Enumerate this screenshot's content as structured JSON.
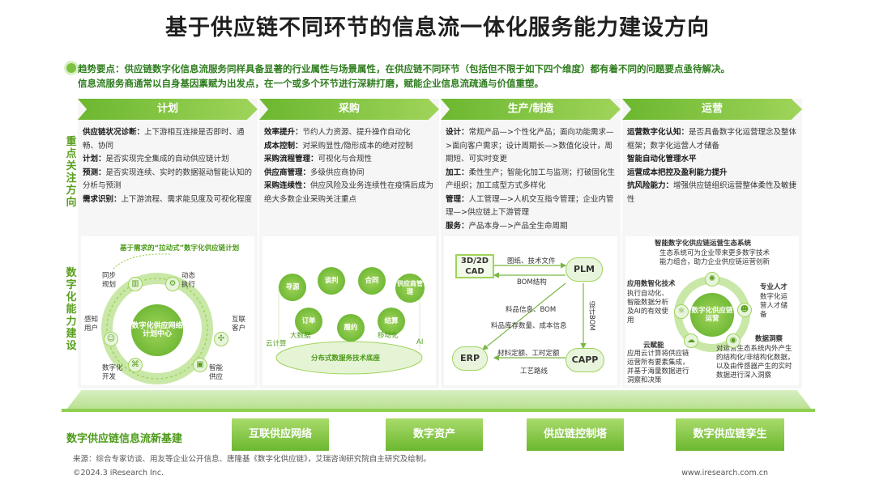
{
  "title": "基于供应链不同环节的信息流一体化服务能力建设方向",
  "trend": {
    "line1": "趋势要点：供应链数字化信息流服务同样具备显著的行业属性与场景属性，在供应链不同环节（包括但不限于如下四个维度）都有着不同的问题要点亟待解决。",
    "line2": "信息流服务商通常以自身基因禀赋为出发点，在一个或多个环节进行深耕打磨，赋能企业信息流疏通与价值重塑。"
  },
  "side_labels": {
    "focus": "重点关注方向",
    "capability": "数字化能力建设"
  },
  "columns": [
    {
      "head": "计划",
      "items": [
        {
          "k": "供应链状况诊断：",
          "v": "上下游相互连接是否即时、通畅、协同"
        },
        {
          "k": "计划：",
          "v": "是否实现完全集成的自动供应链计划"
        },
        {
          "k": "预测：",
          "v": "是否实现连续、实时的数据驱动智能认知的分析与预测"
        },
        {
          "k": "需求识别：",
          "v": "上下游流程、需求能见度及可视化程度"
        }
      ]
    },
    {
      "head": "采购",
      "items": [
        {
          "k": "效率提升：",
          "v": "节约人力资源、提升操作自动化"
        },
        {
          "k": "成本控制：",
          "v": "对采购显性/隐形成本的绝对控制"
        },
        {
          "k": "采购流程管理：",
          "v": "可视化与合规性"
        },
        {
          "k": "供应商管理：",
          "v": "多级供应商协同"
        },
        {
          "k": "采购连续性：",
          "v": "供应风险及业务连续性在疫情后成为绝大多数企业采购关注重点"
        }
      ]
    },
    {
      "head": "生产/制造",
      "items": [
        {
          "k": "设计：",
          "v": "常规产品—>个性化产品；面向功能需求—>面向客户需求；设计周期长—>数值化设计，周期短、可实时变更"
        },
        {
          "k": "加工：",
          "v": "柔性生产；智能化加工与监测；打破固化生产组织；加工成型方式多样化"
        },
        {
          "k": "管理：",
          "v": "人工管理—>人机交互指令管理；企业内管理—>供应链上下游管理"
        },
        {
          "k": "服务：",
          "v": "产品本身—>产品全生命周期"
        }
      ]
    },
    {
      "head": "运营",
      "items": [
        {
          "k": "运营数字化认知：",
          "v": "是否具备数字化运营理念及整体框架；数字化运营人才储备"
        },
        {
          "k": "智能自动化管理水平",
          "v": ""
        },
        {
          "k": "运营成本把控及盈利能力提升",
          "v": ""
        },
        {
          "k": "抗风险能力：",
          "v": "增强供应链组织运营整体柔性及敏捷性"
        }
      ]
    }
  ],
  "graphic_plan": {
    "heading": "基于需求的“拉动式”数字化供应链计划",
    "center": "数字化供应网络计划中心",
    "nodes": [
      "同步规划",
      "动态执行",
      "感知用户",
      "互联客户",
      "数字化开发",
      "智能供应"
    ]
  },
  "graphic_procure": {
    "bubbles": [
      "寻源",
      "谈判",
      "合同",
      "供应商管理",
      "订单",
      "履约",
      "结算"
    ],
    "left_tags": [
      "云计算",
      "大数据"
    ],
    "right_tags": [
      "移动化",
      "AI"
    ],
    "base": "分布式数服务技术底座"
  },
  "graphic_mfg": {
    "cad": "3D/2D CAD",
    "plm": "PLM",
    "erp": "ERP",
    "capp": "CAPP",
    "flows": [
      "图纸、技术文件",
      "BOM结构",
      "料品信息、BOM",
      "料品库存数量、成本信息",
      "材料定额、工时定额",
      "工艺路线",
      "设计BOM"
    ]
  },
  "graphic_ops": {
    "title": "智能数字化供应链运营生态系统",
    "subtitle": "生态系统可为企业带来更多数字技术能力组合，助力企业供应链运营创新",
    "center": "数字化供应链运营",
    "app_title": "应用数智化技术",
    "app_text": "执行自动化、智能数据分析及AI的有效使用",
    "cloud_title": "云赋能",
    "cloud_text": "应用云计算将供应链运营所有要素集成，并基于海量数据进行洞察和决策",
    "talent_title": "专业人才",
    "talent_text": "数字化运营人才储备",
    "insight_title": "数据洞察",
    "insight_text": "对运营生态系统内外产生的结构化/非结构化数据，以及由传感器产生的实时数据进行深入洞察"
  },
  "base": {
    "title": "数字供应链信息流新基建",
    "buttons": [
      "互联供应网络",
      "数字资产",
      "供应链控制塔",
      "数字供应链孪生"
    ]
  },
  "source": "来源：综合专家访谈、用友等企业公开信息、唐隆基《数字化供应链》，艾瑞咨询研究院自主研究及绘制。",
  "footer": {
    "left": "©2024.3 iResearch Inc.",
    "right": "www.iresearch.com.cn"
  },
  "colors": {
    "accent": "#6cb730",
    "accent_light": "#9fd45a",
    "text_green": "#4c9a18"
  }
}
